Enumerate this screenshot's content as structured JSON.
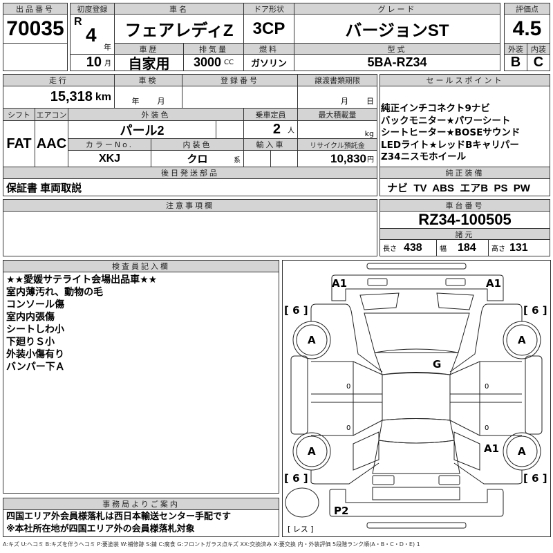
{
  "lot": {
    "label": "出品番号",
    "value": "70035"
  },
  "first_reg": {
    "label": "初度登録",
    "era": "R",
    "year": "4",
    "year_unit": "年",
    "month": "10",
    "month_unit": "月"
  },
  "car_name": {
    "label": "車名",
    "value": "フェアレディZ"
  },
  "door": {
    "label": "ドア形状",
    "value": "3CP"
  },
  "grade": {
    "label": "グレード",
    "value": "バージョンST"
  },
  "history": {
    "label": "車歴",
    "value": "自家用"
  },
  "displacement": {
    "label": "排気量",
    "value": "3000",
    "unit": "CC"
  },
  "fuel": {
    "label": "燃料",
    "value": "ガソリン"
  },
  "model": {
    "label": "型式",
    "value": "5BA-RZ34"
  },
  "score": {
    "label": "評価点",
    "value": "4.5",
    "ext_label": "外装",
    "ext": "B",
    "int_label": "内装",
    "int": "C"
  },
  "mileage": {
    "label": "走行",
    "value": "15,318",
    "unit": "km"
  },
  "inspection": {
    "label": "車検",
    "year_unit": "年",
    "month_unit": "月"
  },
  "reg_no": {
    "label": "登録番号"
  },
  "transfer": {
    "label": "譲渡書類期限",
    "month_unit": "月",
    "day_unit": "日"
  },
  "shift": {
    "label": "シフト",
    "value": "FAT"
  },
  "aircon": {
    "label": "エアコン",
    "value": "AAC"
  },
  "ext_color": {
    "label": "外装色",
    "value": "パール2"
  },
  "capacity": {
    "label": "乗車定員",
    "value": "2",
    "unit": "人"
  },
  "max_load": {
    "label": "最大積載量",
    "unit": "kg"
  },
  "color_no": {
    "label": "カラーNo.",
    "value": "XKJ"
  },
  "int_color": {
    "label": "内装色",
    "value": "クロ",
    "unit": "系"
  },
  "import": {
    "label": "輸入車"
  },
  "recycle": {
    "label": "リサイクル預託金",
    "value": "10,830",
    "unit": "円"
  },
  "later_parts": {
    "label": "後日発送部品",
    "value": "保証書 車両取説"
  },
  "sales_points": {
    "label": "セールスポイント",
    "lines": [
      "純正インチコネクト9ナビ",
      "バックモニター★パワーシート",
      "シートヒーター★BOSEサウンド",
      "LEDライト★レッドBキャリパー",
      "Z34ニスモホイール"
    ]
  },
  "equipment": {
    "label": "純正装備",
    "value": "ナビ  TV  ABS  エアB  PS  PW"
  },
  "notes": {
    "label": "注意事項欄"
  },
  "chassis": {
    "label": "車台番号",
    "value": "RZ34-100505"
  },
  "specs": {
    "label": "諸元",
    "length_label": "長さ",
    "length": "438",
    "width_label": "幅",
    "width": "184",
    "height_label": "高さ",
    "height": "131"
  },
  "inspector": {
    "label": "検査員記入欄",
    "lines": [
      "★★愛媛サテライト会場出品車★★",
      "室内薄汚れ、動物の毛",
      "コンソール傷",
      "室内内張傷",
      "シートしわ小",
      "下廻りＳ小",
      "外装小傷有り",
      "バンパー下Ａ"
    ]
  },
  "office": {
    "label": "事務局よりご案内",
    "lines": [
      "四国エリア外会員様落札は西日本輸送センター手配です",
      "※本社所在地が四国エリア外の会員様落札対象"
    ]
  },
  "diagram": {
    "front_left": "A1",
    "front_right": "A1",
    "windshield": "G",
    "rear_right_door": "A1",
    "rear_bumper": "P2",
    "wheels": "A",
    "tire_tread": "[ 6 ]",
    "spare": "[ レス ]",
    "door_mark": "0"
  },
  "legend": "A:キズ U:ヘコミ B:キズを伴うヘコミ P:要塗装 W:補修跡 S:錆 C:腐食 G:フロントガラス点キズ XX:交換済み X:要交換  内・外装評価  5段階ランク順(A・B・C・D・E) 1"
}
